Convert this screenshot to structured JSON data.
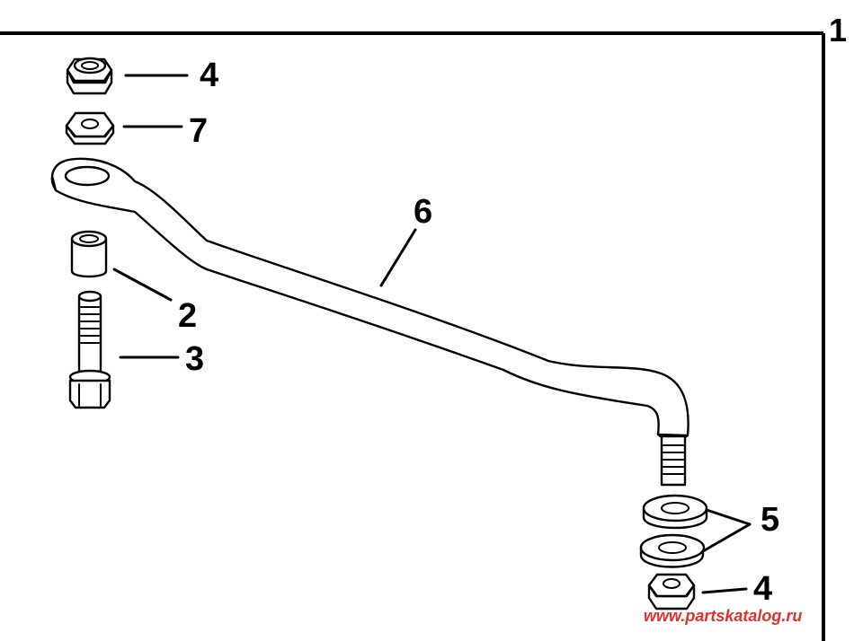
{
  "frame": {
    "ref_number": "1"
  },
  "callouts": {
    "nut_top": "4",
    "hex_nut": "7",
    "link_rod": "6",
    "spacer": "2",
    "bolt": "3",
    "washers": "5",
    "nut_bottom": "4"
  },
  "watermark": "www.partskatalog.ru",
  "colors": {
    "watermark": "#e03030",
    "line": "#000000",
    "background": "#ffffff"
  }
}
